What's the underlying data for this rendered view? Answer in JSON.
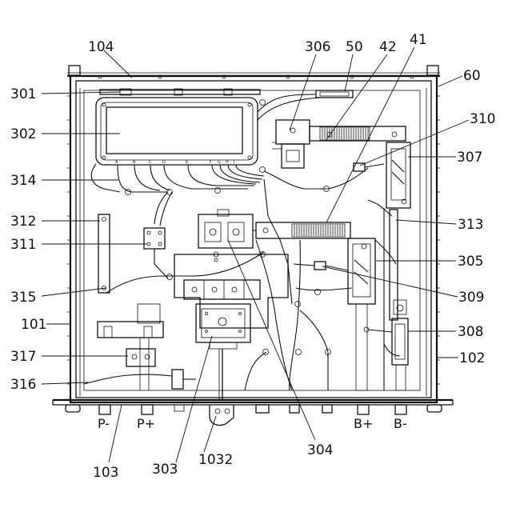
{
  "labels": {
    "l104": "104",
    "l306": "306",
    "l50": "50",
    "l42": "42",
    "l41": "41",
    "l60": "60",
    "l301": "301",
    "l302": "302",
    "l310": "310",
    "l307": "307",
    "l314": "314",
    "l312": "312",
    "l313": "313",
    "l311": "311",
    "l305": "305",
    "l315": "315",
    "l309": "309",
    "l101": "101",
    "l308": "308",
    "l317": "317",
    "l102": "102",
    "l316": "316",
    "l103": "103",
    "l303": "303",
    "l1032": "1032",
    "l304": "304"
  },
  "terminals": {
    "p_minus": "P-",
    "p_plus": "P+",
    "b_plus": "B+",
    "b_minus": "B-"
  },
  "connector_letters": [
    "A",
    "B",
    "C",
    "D",
    "E",
    "F",
    "G",
    "H",
    "I"
  ]
}
